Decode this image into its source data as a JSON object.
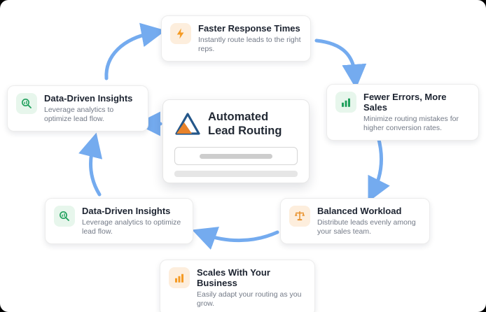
{
  "diagram_title": "Automated Lead Routing benefits cycle",
  "colors": {
    "arrow_blue": "#74abef",
    "accent_orange": "#f59a23",
    "accent_green": "#1fa05c",
    "logo_navy": "#24578a",
    "logo_orange": "#e8822a"
  },
  "center_card": {
    "logo": "lead-routing-logo",
    "title_line1": "Automated",
    "title_line2": "Lead Routing"
  },
  "cards": {
    "top": {
      "title": "Faster Response Times",
      "desc": "Instantly route leads to the right reps.",
      "icon": "lightning-icon"
    },
    "left": {
      "title": "Data-Driven Insights",
      "desc": "Leverage analytics to optimize lead flow.",
      "icon": "search-analytics-icon"
    },
    "right": {
      "title": "Fewer Errors, More Sales",
      "desc": "Minimize routing mistakes for higher conversion rates.",
      "icon": "bar-chart-up-icon"
    },
    "bottom_left": {
      "title": "Data-Driven Insights",
      "desc": "Leverage analytics to optimize lead flow.",
      "icon": "search-analytics-icon"
    },
    "bottom_right": {
      "title": "Balanced Workload",
      "desc": "Distribute leads evenly among your sales team.",
      "icon": "scales-icon"
    },
    "bottom_center": {
      "title": "Scales With Your Business",
      "desc": "Easily adapt your routing as you grow.",
      "icon": "bar-chart-icon"
    }
  }
}
